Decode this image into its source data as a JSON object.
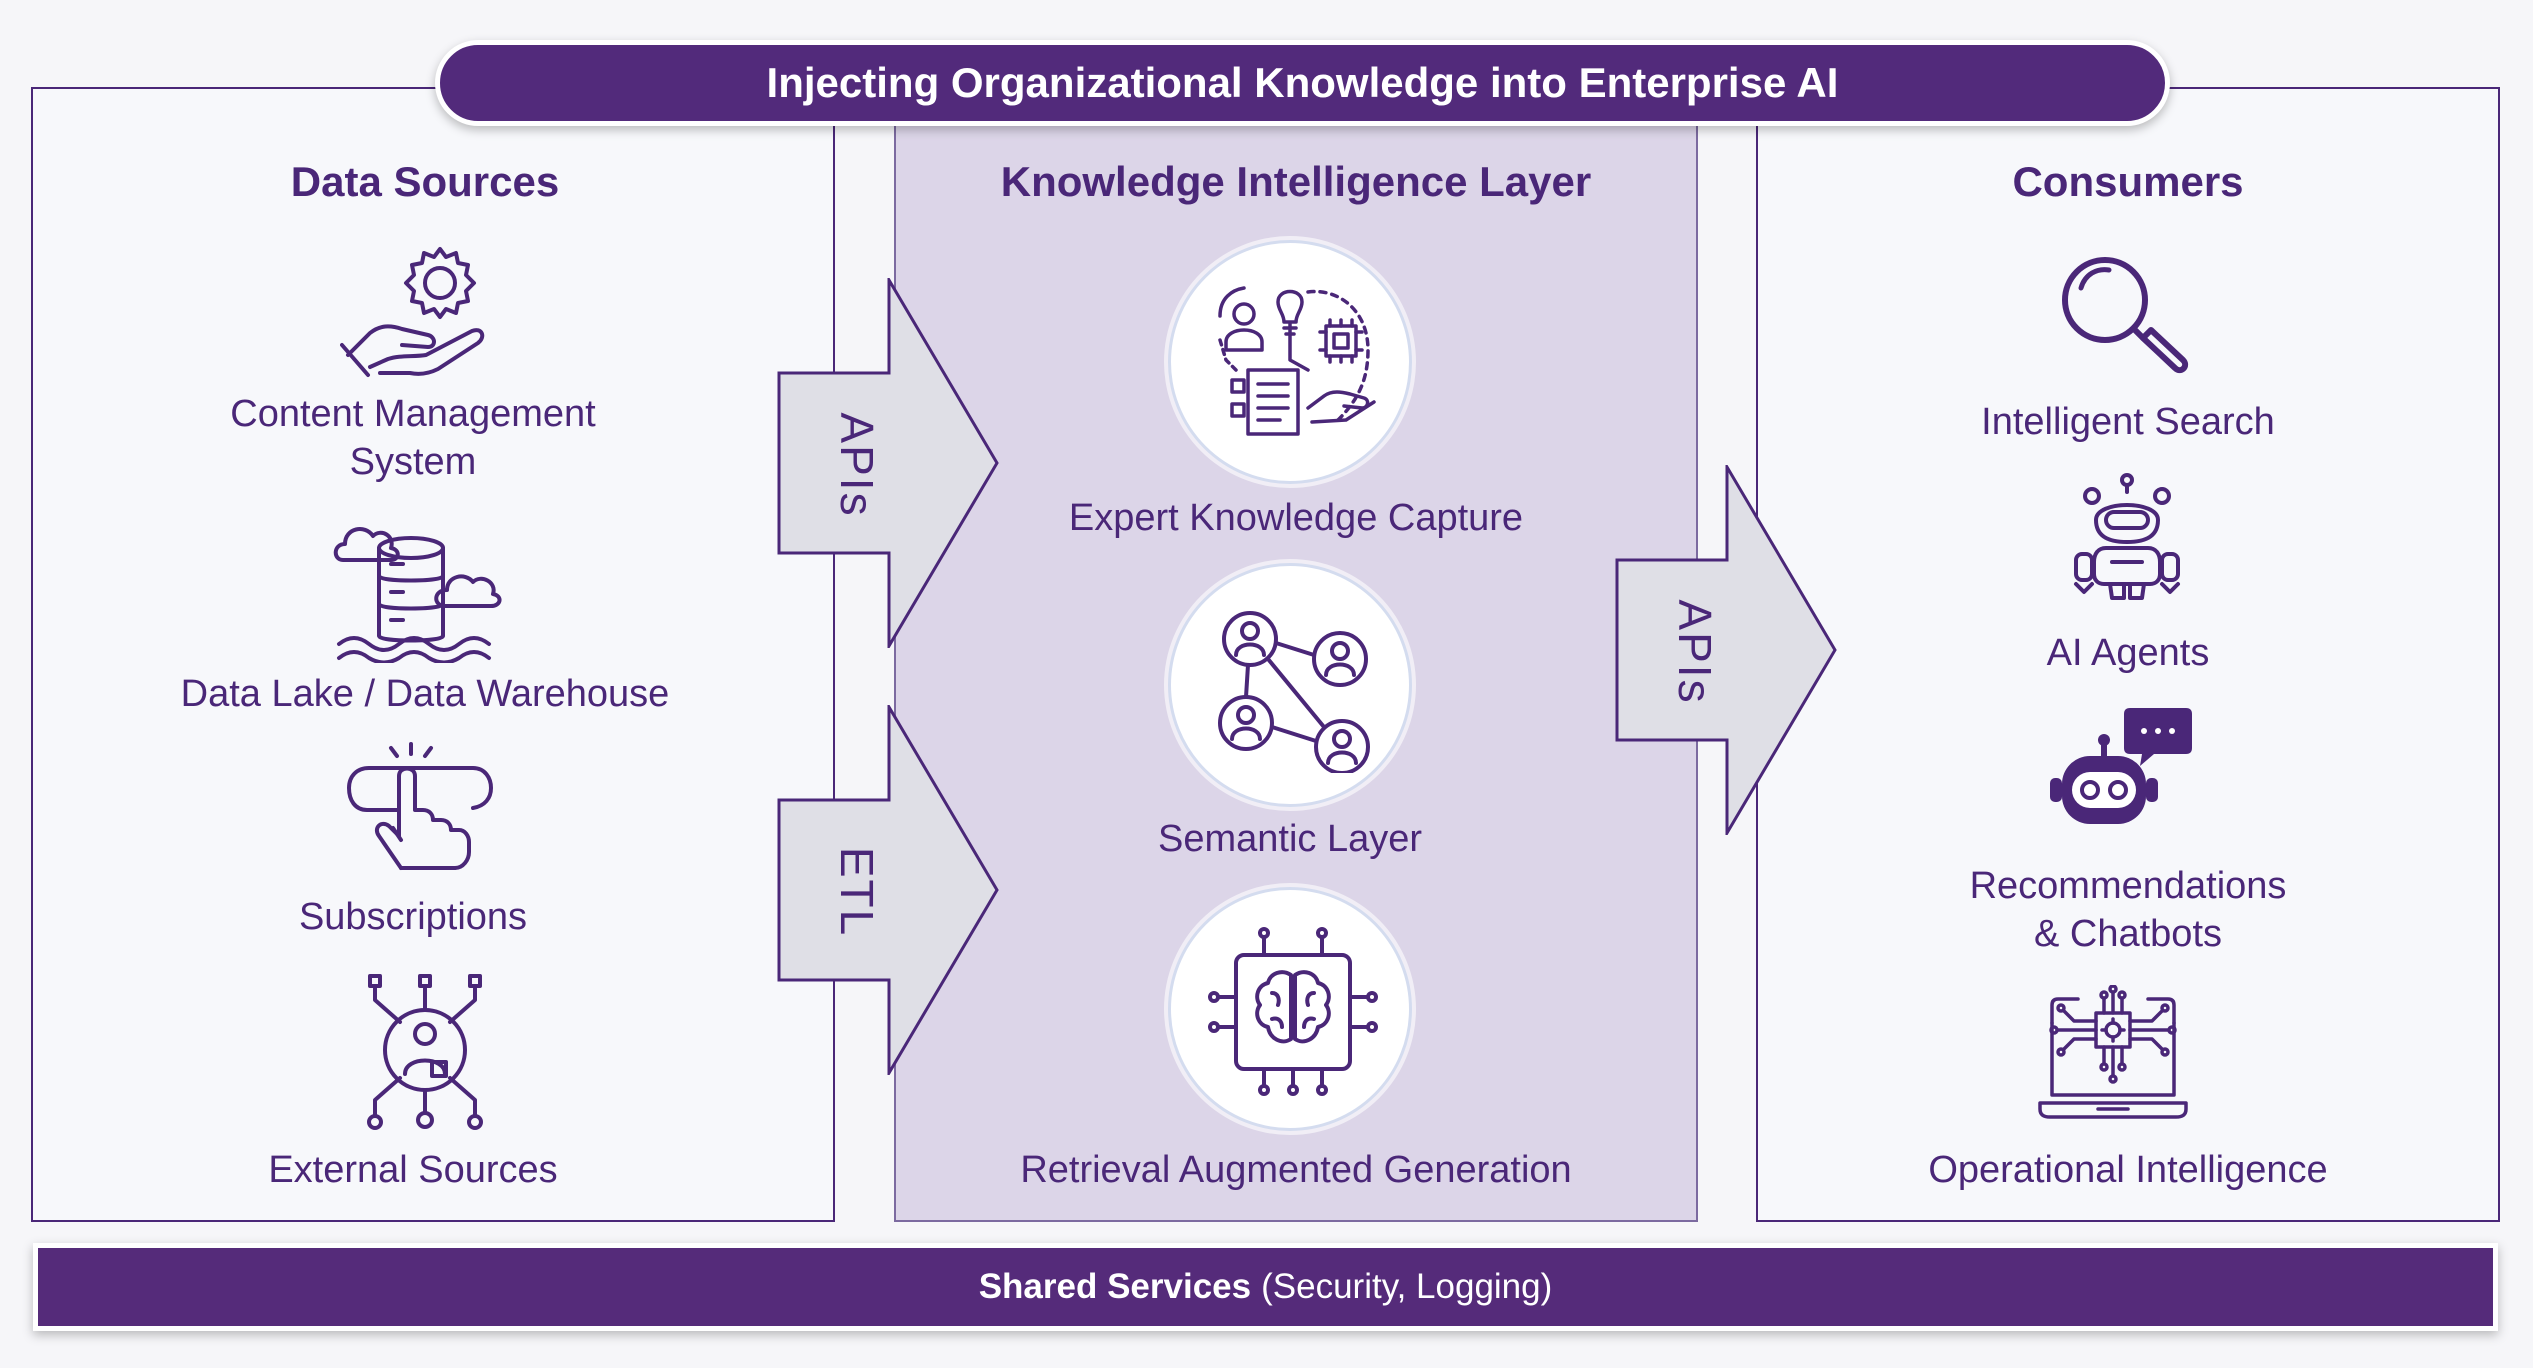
{
  "title": "Injecting Organizational Knowledge into Enterprise AI",
  "columns": {
    "sources": {
      "heading": "Data Sources",
      "items": [
        {
          "label_1": "Content Management",
          "label_2": "System",
          "icon": "hand-gear-icon"
        },
        {
          "label": "Data Lake / Data Warehouse",
          "icon": "database-clouds-icon"
        },
        {
          "label": "Subscriptions",
          "icon": "finger-press-icon"
        },
        {
          "label": "External Sources",
          "icon": "network-person-icon"
        }
      ]
    },
    "knowledge": {
      "heading": "Knowledge Intelligence Layer",
      "items": [
        {
          "label": "Expert Knowledge Capture",
          "icon": "expert-capture-icon"
        },
        {
          "label": "Semantic Layer",
          "icon": "people-network-icon"
        },
        {
          "label": "Retrieval Augmented Generation",
          "icon": "brain-chip-icon"
        }
      ]
    },
    "consumers": {
      "heading": "Consumers",
      "items": [
        {
          "label": "Intelligent Search",
          "icon": "magnifier-icon"
        },
        {
          "label": "AI Agents",
          "icon": "robot-icon"
        },
        {
          "label_1": "Recommendations",
          "label_2": "& Chatbots",
          "icon": "chatbot-icon"
        },
        {
          "label": "Operational Intelligence",
          "icon": "laptop-chip-icon"
        }
      ]
    }
  },
  "arrows": {
    "apis_left": "APIs",
    "etl": "ETL",
    "apis_right": "APIs"
  },
  "shared_services": {
    "bold": "Shared Services",
    "detail": "(Security, Logging)"
  },
  "colors": {
    "primary": "#522a7b",
    "mid_panel": "#dcd5e8",
    "arrow_fill": "#dfdfe6"
  }
}
